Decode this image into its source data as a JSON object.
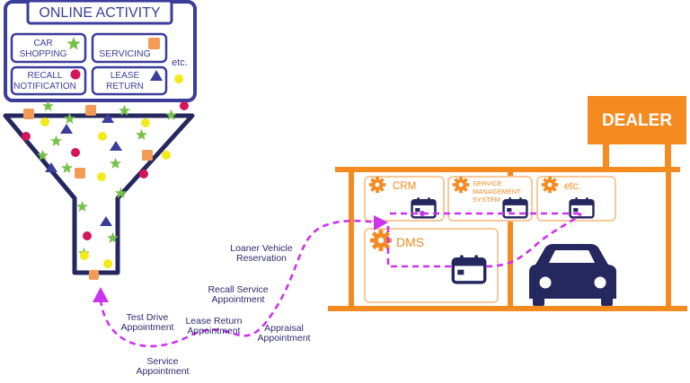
{
  "online": {
    "title": "ONLINE ACTIVITY",
    "items": [
      {
        "line1": "CAR",
        "line2": "SHOPPING",
        "marker": "star"
      },
      {
        "line1": "SERVICING",
        "line2": "",
        "marker": "square"
      },
      {
        "line1": "RECALL",
        "line2": "NOTIFICATION",
        "marker": "circle"
      },
      {
        "line1": "LEASE",
        "line2": "RETURN",
        "marker": "triangle"
      }
    ],
    "etc": "etc."
  },
  "dealer": {
    "sign": "DEALER",
    "crm": "CRM",
    "sms_line1": "SERVICE",
    "sms_line2": "MANAGEMENT",
    "sms_line3": "SYSTEM",
    "etc": "etc.",
    "dms": "DMS"
  },
  "path_labels": {
    "loaner": [
      "Loaner Vehicle",
      "Reservation"
    ],
    "recall": [
      "Recall Service",
      "Appointment"
    ],
    "test_drive": [
      "Test Drive",
      "Appointment"
    ],
    "lease_return": [
      "Lease Return",
      "Appointment"
    ],
    "appraisal": [
      "Appraisal",
      "Appointment"
    ],
    "service": [
      "Service",
      "Appointment"
    ]
  },
  "colors": {
    "navy": "#3a3d9a",
    "dark_navy": "#24285e",
    "orange": "#f58a1f",
    "light_orange": "#f7c89a",
    "magenta": "#cc33ee",
    "green": "#77c04a",
    "square": "#f39a55",
    "red": "#d5145a",
    "yellow": "#f2ea1a"
  }
}
